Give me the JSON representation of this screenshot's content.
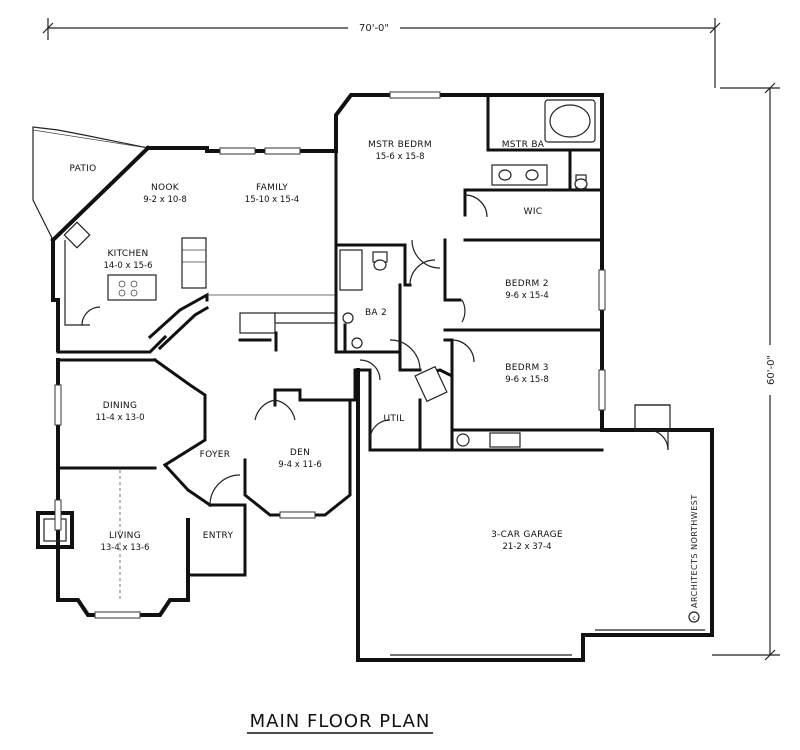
{
  "plan_title": "MAIN FLOOR PLAN",
  "overall_width": "70'-0\"",
  "overall_depth": "60'-0\"",
  "credit": "ARCHITECTS NORTHWEST",
  "rooms": {
    "patio": {
      "name": "PATIO"
    },
    "nook": {
      "name": "NOOK",
      "dim": "9-2 x 10-8"
    },
    "family": {
      "name": "FAMILY",
      "dim": "15-10 x 15-4"
    },
    "kitchen": {
      "name": "KITCHEN",
      "dim": "14-0 x 15-6"
    },
    "mstr_bedrm": {
      "name": "MSTR BEDRM",
      "dim": "15-6 x 15-8"
    },
    "mstr_ba": {
      "name": "MSTR BA"
    },
    "wic": {
      "name": "WIC"
    },
    "bedrm2": {
      "name": "BEDRM 2",
      "dim": "9-6 x 15-4"
    },
    "ba2": {
      "name": "BA 2"
    },
    "bedrm3": {
      "name": "BEDRM 3",
      "dim": "9-6 x 15-8"
    },
    "dining": {
      "name": "DINING",
      "dim": "11-4 x 13-0"
    },
    "foyer": {
      "name": "FOYER"
    },
    "den": {
      "name": "DEN",
      "dim": "9-4 x 11-6"
    },
    "util": {
      "name": "UTIL"
    },
    "garage": {
      "name": "3-CAR GARAGE",
      "dim": "21-2 x 37-4"
    },
    "entry": {
      "name": "ENTRY"
    },
    "living": {
      "name": "LIVING",
      "dim": "13-4 x 13-6"
    }
  }
}
